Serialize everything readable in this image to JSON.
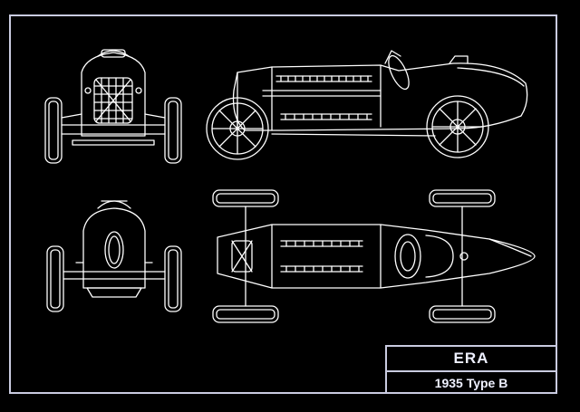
{
  "title_block": {
    "name": "ERA",
    "subtitle": "1935 Type B"
  },
  "colors": {
    "background": "#000000",
    "line": "#ffffff",
    "frame": "#c9cbe0"
  },
  "views": [
    "front-view",
    "side-view",
    "rear-view",
    "top-view"
  ]
}
